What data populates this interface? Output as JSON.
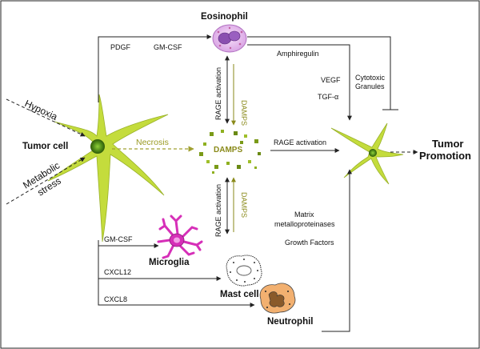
{
  "nodes": {
    "tumor_cell": "Tumor cell",
    "eosinophil": "Eosinophil",
    "microglia": "Microglia",
    "mast_cell": "Mast cell",
    "neutrophil": "Neutrophil",
    "tumor_promotion_line1": "Tumor",
    "tumor_promotion_line2": "Promotion",
    "damps_cluster": "DAMPS"
  },
  "inputs": {
    "hypoxia": "Hypoxia",
    "metabolic_line1": "Metabolic",
    "metabolic_line2": "stress"
  },
  "edges": {
    "pdgf": "PDGF",
    "gmcsf_top": "GM-CSF",
    "amphiregulin": "Amphiregulin",
    "vegf": "VEGF",
    "tgf": "TGF-α",
    "cytotoxic_line1": "Cytotoxic",
    "cytotoxic_line2": "Granules",
    "rage_upper": "RAGE activation",
    "damps_upper": "DAMPS",
    "necrosis": "Necrosis",
    "rage_right": "RAGE activation",
    "rage_lower": "RAGE activation",
    "damps_lower": "DAMPS",
    "matrix_line1": "Matrix",
    "matrix_line2": "metalloproteinases",
    "growth_factors": "Growth Factors",
    "gmcsf_bottom": "GM-CSF",
    "cxcl12": "CXCL12",
    "cxcl8": "CXCL8"
  },
  "colors": {
    "tumor_cell": "#c4dc3c",
    "nucleus": "#3f7a12",
    "damps": "#7a9a18",
    "eosinophil": "#d78fe0",
    "microglia": "#d62fb8",
    "neutrophil": "#f2b070",
    "olive_text": "#8a8a1a"
  }
}
